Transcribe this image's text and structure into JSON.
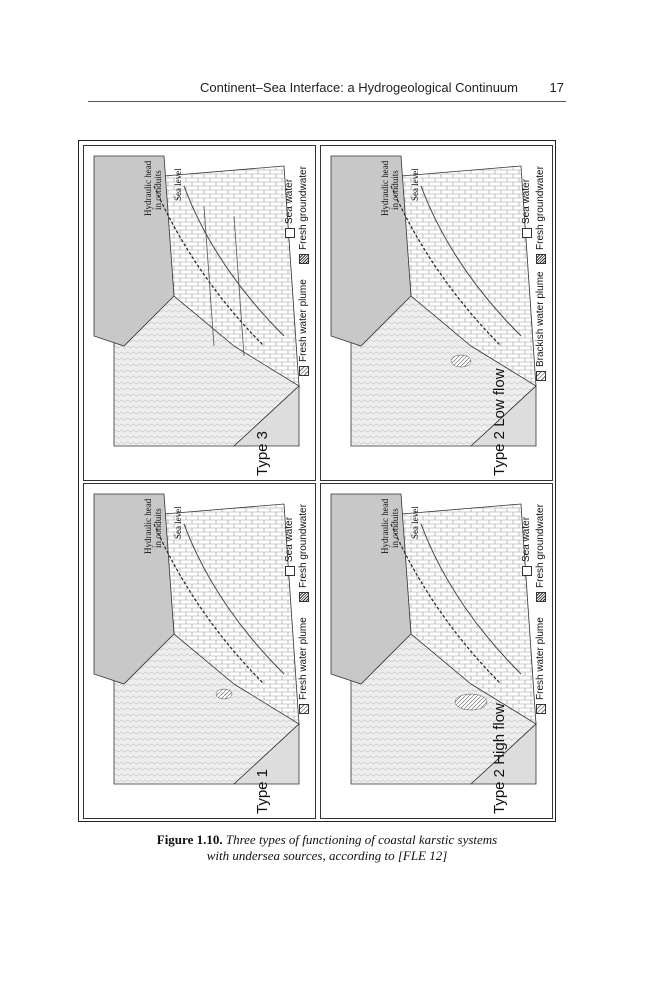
{
  "header": {
    "title": "Continent–Sea Interface: a Hydrogeological Continuum",
    "page_number": "17"
  },
  "panels": {
    "type1": {
      "title": "Type 1",
      "labels": {
        "hydraulic_head": "Hydraulic head",
        "in_conduits": "in conduits",
        "sea_level": "Sea level"
      },
      "legend": {
        "plume": "Fresh water plume",
        "fresh": "Fresh groundwater",
        "sea": "Sea water"
      }
    },
    "type3": {
      "title": "Type 3",
      "labels": {
        "hydraulic_head": "Hydraulic head",
        "in_conduits": "in conduits",
        "sea_level": "Sea level"
      },
      "legend": {
        "plume": "Fresh water plume",
        "fresh": "Fresh groundwater",
        "sea": "Sea water"
      }
    },
    "type2high": {
      "title": "Type 2 High flow",
      "labels": {
        "hydraulic_head": "Hydraulic head",
        "in_conduits": "in conduits",
        "sea_level": "Sea level"
      },
      "legend": {
        "plume": "Fresh water plume",
        "fresh": "Fresh groundwater",
        "sea": "Sea water"
      }
    },
    "type2low": {
      "title": "Type 2 Low flow",
      "labels": {
        "hydraulic_head": "Hydraulic head",
        "in_conduits": "in conduits",
        "sea_level": "Sea level"
      },
      "legend": {
        "plume": "Brackish water plume",
        "fresh": "Fresh groundwater",
        "sea": "Sea water"
      }
    }
  },
  "caption": {
    "label": "Figure 1.10.",
    "line1": "Three types of functioning of  coastal karstic systems",
    "line2": "with undersea sources, according to [FLE 12]"
  },
  "colors": {
    "ink": "#222222",
    "land": "#c8c8c8",
    "sea_fill": "#e9e9e9",
    "grid": "#888888"
  }
}
